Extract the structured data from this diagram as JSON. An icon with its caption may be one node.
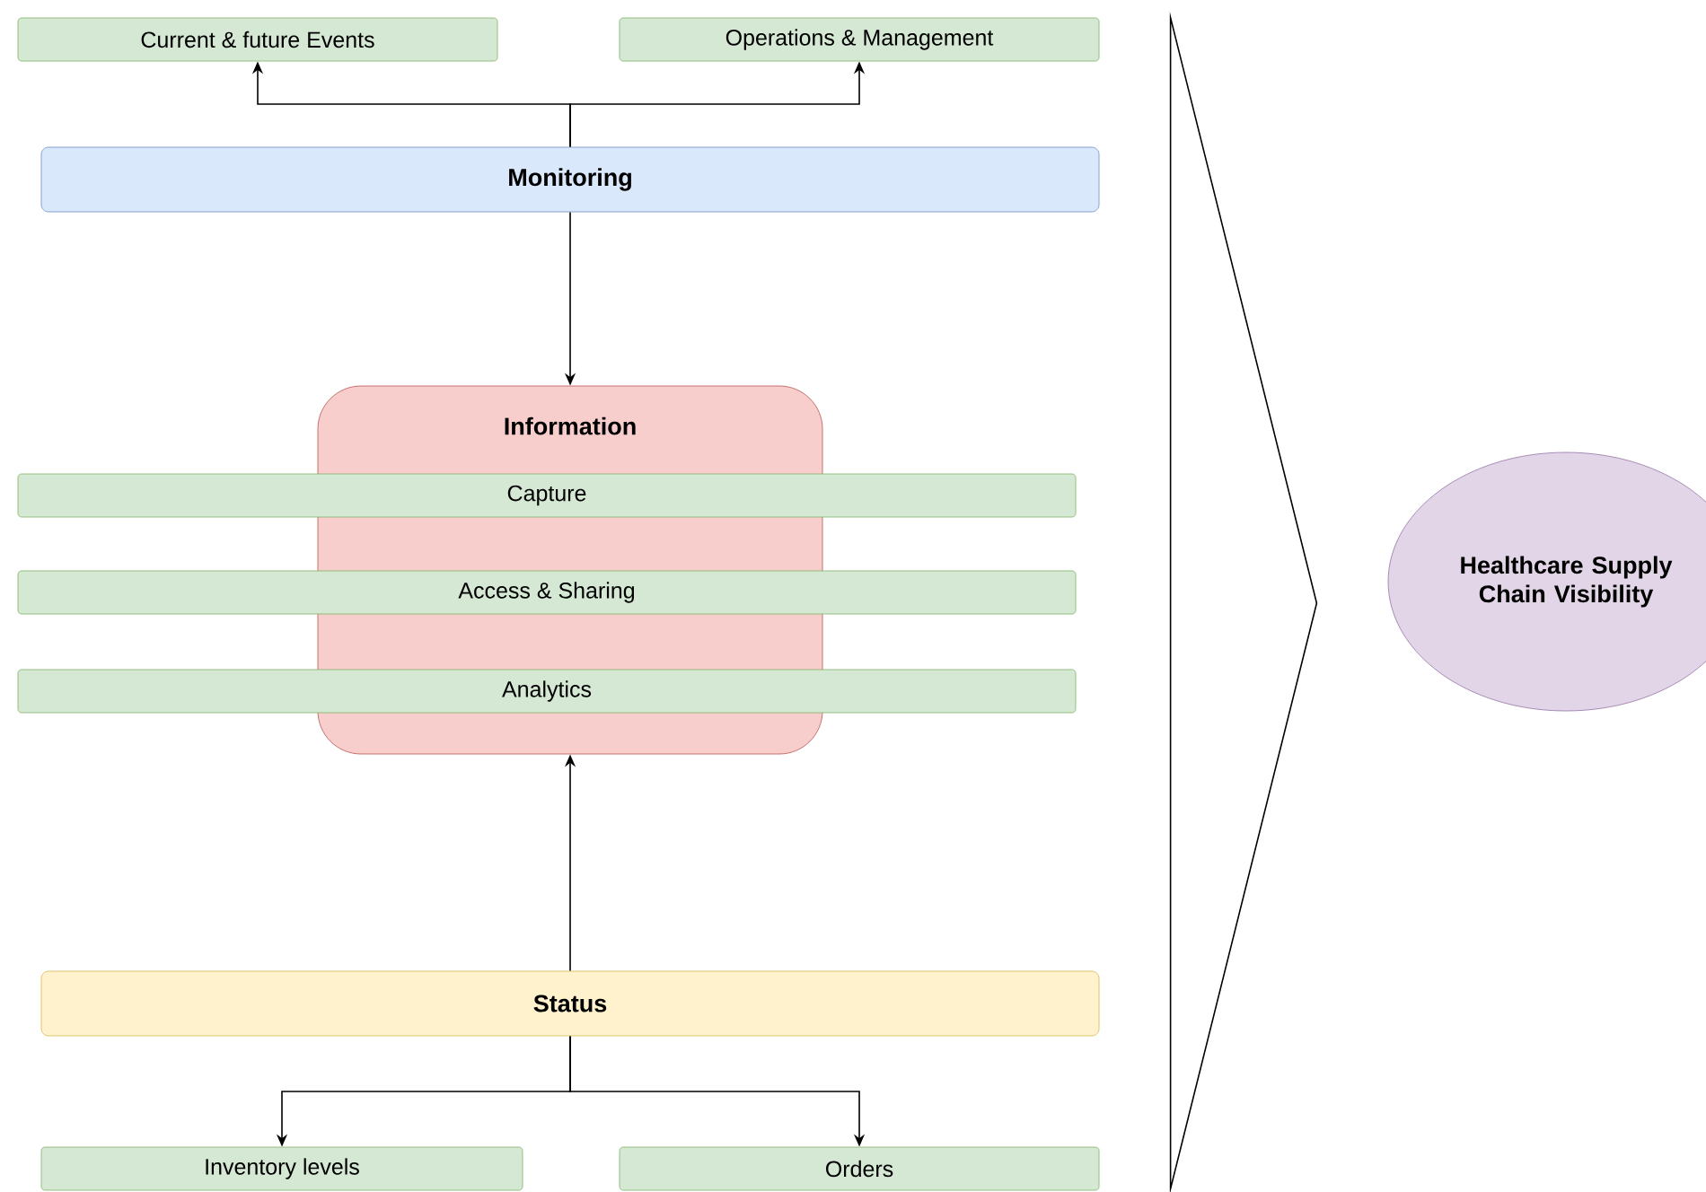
{
  "diagram": {
    "nodes": [
      {
        "text": [
          "Current & future Events"
        ]
      },
      {
        "text": [
          "Operations & Management"
        ]
      },
      {
        "text": [
          "Monitoring"
        ]
      },
      {
        "text": [
          "Information"
        ]
      },
      {
        "text": [
          "Capture"
        ]
      },
      {
        "text": [
          "Access & Sharing"
        ]
      },
      {
        "text": [
          "Analytics"
        ]
      },
      {
        "text": [
          "Status"
        ]
      },
      {
        "text": [
          "Inventory levels"
        ]
      },
      {
        "text": [
          "Orders"
        ]
      },
      {
        "text": [],
        "shape": "triangle"
      },
      {
        "text": [
          "Healthcare Supply Chain Visibility"
        ]
      }
    ],
    "edges": [
      {
        "from": 2,
        "to": 0,
        "arrow": "to"
      },
      {
        "from": 2,
        "to": 1,
        "arrow": "to"
      },
      {
        "from": 2,
        "to": 3,
        "arrow": "to"
      },
      {
        "from": 7,
        "to": 3,
        "arrow": "to"
      },
      {
        "from": 7,
        "to": 8,
        "arrow": "to"
      },
      {
        "from": 7,
        "to": 9,
        "arrow": "to"
      }
    ]
  }
}
